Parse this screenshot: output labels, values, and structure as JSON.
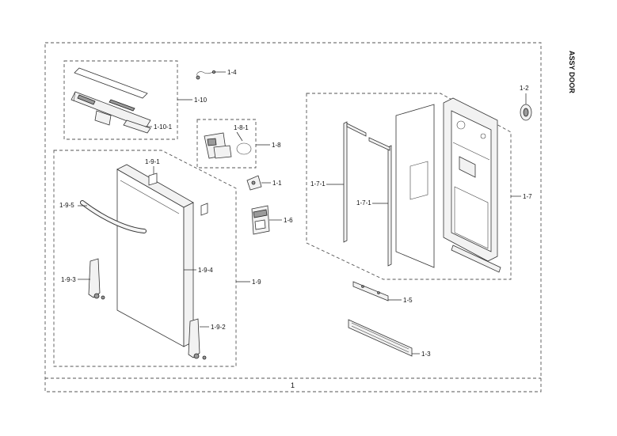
{
  "title": "ASSY DOOR",
  "assembly_label": "1",
  "labels": {
    "p1_4": "1-4",
    "p1_10": "1-10",
    "p1_10_1": "1-10-1",
    "p1_8_1": "1-8-1",
    "p1_8": "1-8",
    "p1_1": "1-1",
    "p1_6": "1-6",
    "p1_9_1": "1-9-1",
    "p1_9_5": "1-9-5",
    "p1_9_4": "1-9-4",
    "p1_9_3": "1-9-3",
    "p1_9_2": "1-9-2",
    "p1_9": "1-9",
    "p1_2": "1-2",
    "p1_7_1a": "1-7-1",
    "p1_7_1b": "1-7-1",
    "p1_7": "1-7",
    "p1_5": "1-5",
    "p1_3": "1-3"
  }
}
